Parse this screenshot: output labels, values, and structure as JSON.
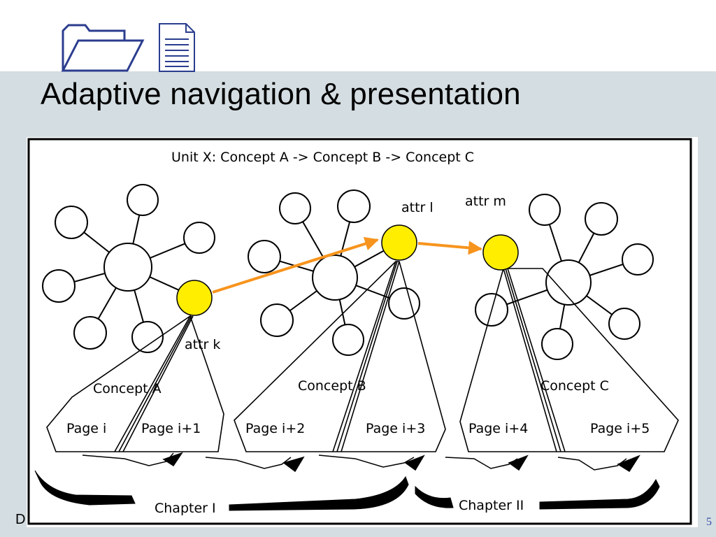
{
  "slide": {
    "title": "Adaptive navigation & presentation",
    "footer_left": "D",
    "slide_number": "5"
  },
  "icons": [
    "folder-open-icon",
    "document-icon"
  ],
  "diagram": {
    "unit_label": "Unit X: Concept A -> Concept B -> Concept C",
    "attributes": [
      "attr k",
      "attr l",
      "attr m"
    ],
    "concepts": [
      "Concept A",
      "Concept B",
      "Concept C"
    ],
    "pages": [
      "Page i",
      "Page i+1",
      "Page i+2",
      "Page i+3",
      "Page i+4",
      "Page i+5"
    ],
    "chapters": [
      "Chapter I",
      "Chapter II"
    ],
    "colors": {
      "highlight_node": "#ffee00",
      "navigation_arrow": "#f7941d",
      "outline": "#000000",
      "slide_background": "#d4dde1",
      "slide_number": "#3a4fa8"
    }
  }
}
